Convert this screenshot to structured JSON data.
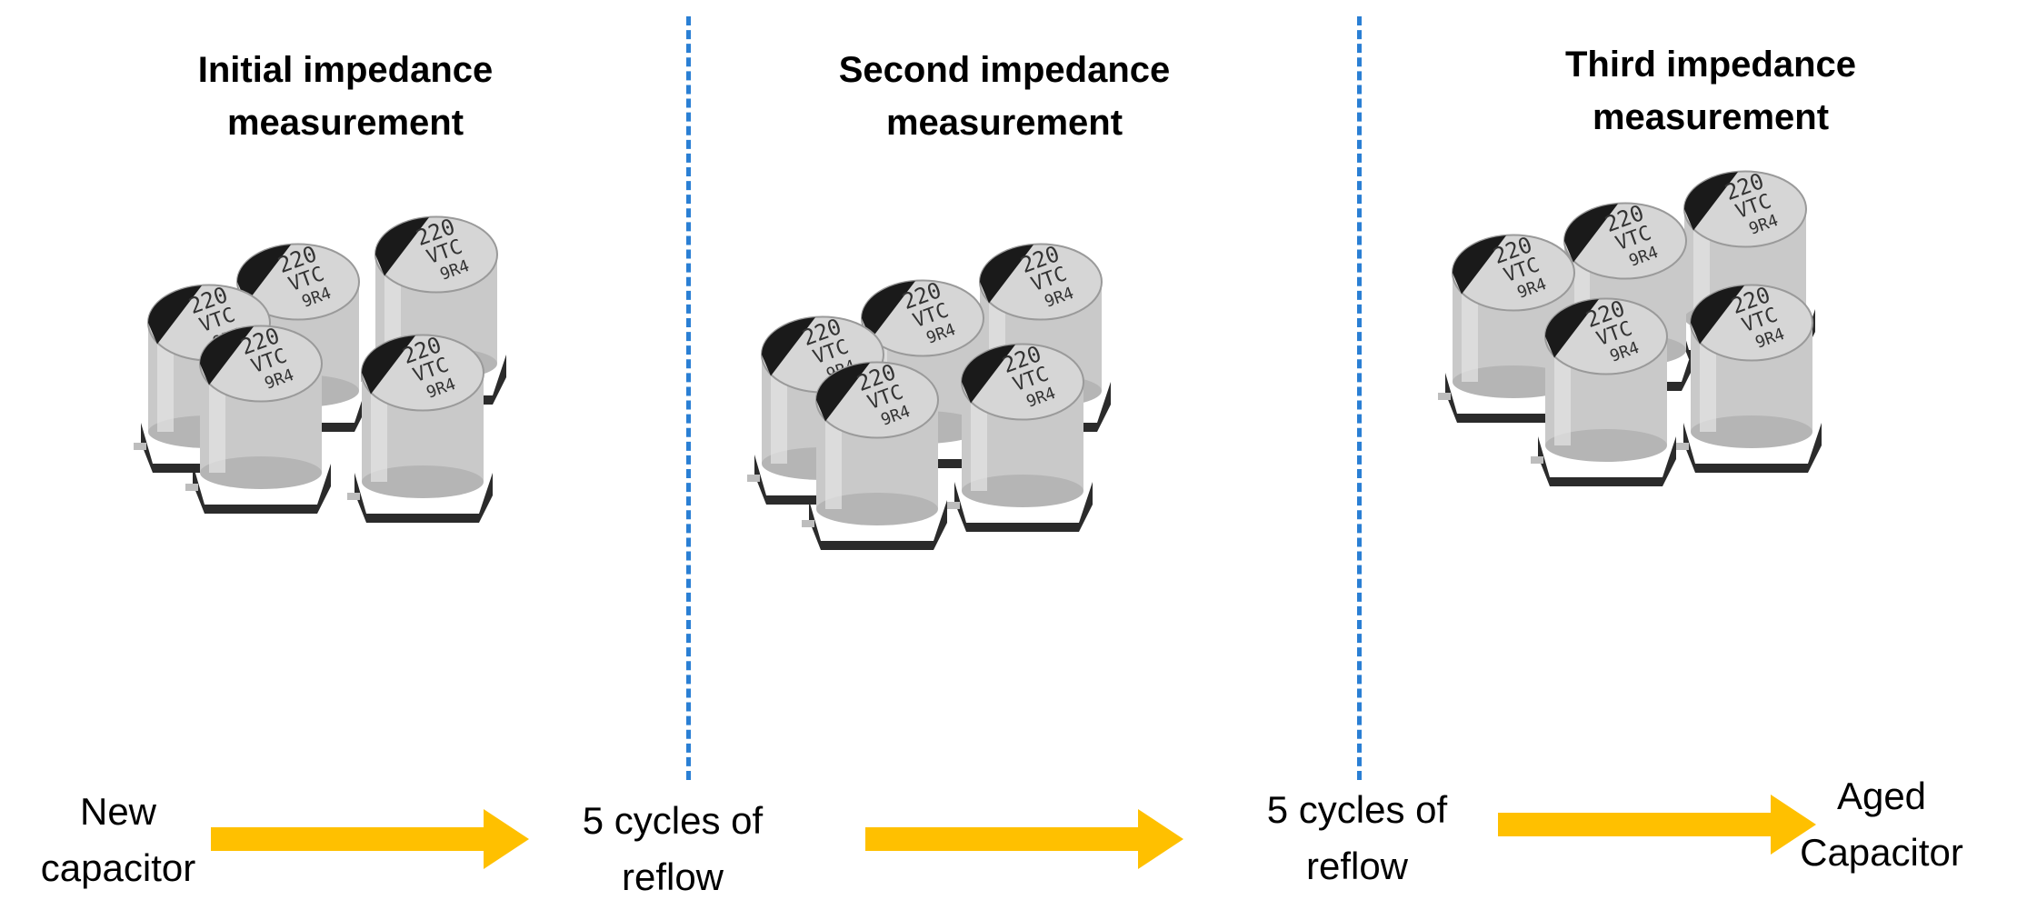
{
  "stages": [
    {
      "title_line1": "Initial impedance",
      "title_line2": "measurement"
    },
    {
      "title_line1": "Second impedance",
      "title_line2": "measurement"
    },
    {
      "title_line1": "Third impedance",
      "title_line2": "measurement"
    }
  ],
  "flow": [
    {
      "line1": "New",
      "line2": "capacitor"
    },
    {
      "line1": "5 cycles of",
      "line2": "reflow"
    },
    {
      "line1": "5 cycles of",
      "line2": "reflow"
    },
    {
      "line1": "Aged",
      "line2": "Capacitor"
    }
  ],
  "capacitor_marking": {
    "line1": "220",
    "line2": "VTC",
    "line3": "9R4"
  },
  "colors": {
    "arrow": "#FFC000",
    "divider": "#2a7fd4",
    "cap_body": "#c9c9c9",
    "cap_top_dark": "#1a1a1a",
    "cap_base": "#2b2b2b"
  }
}
